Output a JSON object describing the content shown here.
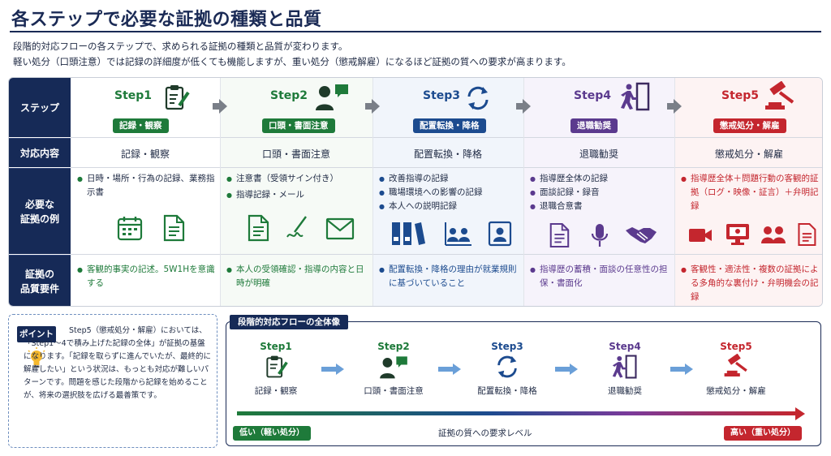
{
  "title": "各ステップで必要な証拠の種類と品質",
  "intro": {
    "line1": "段階的対応フローの各ステップで、求められる証拠の種類と品質が変わります。",
    "line2": "軽い処分（口頭注意）では記録の詳細度が低くても機能しますが、重い処分（懲戒解雇）になるほど証拠の質への要求が高まります。"
  },
  "row_headers": {
    "step": "ステップ",
    "content": "対応内容",
    "evidence_1": "必要な",
    "evidence_2": "証拠の例",
    "quality_1": "証拠の",
    "quality_2": "品質要件"
  },
  "colors": {
    "green": "#1e7a3a",
    "blue": "#1c4b8f",
    "purple": "#5b3a8e",
    "red": "#c4262e",
    "navy": "#162a57"
  },
  "steps": [
    {
      "label": "Step1",
      "badge": "記録・観察",
      "content": "記録・観察",
      "icon": "clipboard-icon",
      "evidence": [
        "日時・場所・行為の記録、業務指示書"
      ],
      "evidence_icons": [
        "calendar-icon",
        "document-icon"
      ],
      "quality": [
        "客観的事実の記述。5W1Hを意識する"
      ]
    },
    {
      "label": "Step2",
      "badge": "口頭・書面注意",
      "content": "口頭・書面注意",
      "icon": "person-speech-icon",
      "evidence": [
        "注意書（受領サイン付き）",
        "指導記録・メール"
      ],
      "evidence_icons": [
        "document-icon",
        "signature-icon",
        "mail-icon"
      ],
      "quality": [
        "本人の受領確認・指導の内容と日時が明確"
      ]
    },
    {
      "label": "Step3",
      "badge": "配置転換・降格",
      "content": "配置転換・降格",
      "icon": "cycle-icon",
      "evidence": [
        "改善指導の記録",
        "職場環境への影響の記録",
        "本人への説明記録"
      ],
      "evidence_icons": [
        "binders-icon",
        "team-chart-icon",
        "id-card-icon"
      ],
      "quality": [
        "配置転換・降格の理由が就業規則に基づいていること"
      ]
    },
    {
      "label": "Step4",
      "badge": "退職勧奨",
      "content": "退職勧奨",
      "icon": "exit-door-icon",
      "evidence": [
        "指導歴全体の記録",
        "面談記録・録音",
        "退職合意書"
      ],
      "evidence_icons": [
        "document-icon",
        "microphone-icon",
        "handshake-icon"
      ],
      "quality": [
        "指導歴の蓄積・面談の任意性の担保・書面化"
      ]
    },
    {
      "label": "Step5",
      "badge": "懲戒処分・解雇",
      "content": "懲戒処分・解雇",
      "icon": "gavel-icon",
      "evidence": [
        "指導歴全体＋問題行動の客観的証拠（ログ・映像・証言）＋弁明記録"
      ],
      "evidence_icons": [
        "video-camera-icon",
        "monitor-icon",
        "group-icon",
        "document-icon"
      ],
      "quality": [
        "客観性・適法性・複数の証拠による多角的な裏付け・弁明機会の記録"
      ]
    }
  ],
  "point": {
    "tag": "ポイント",
    "text": "Step5（懲戒処分・解雇）においては、「Step1〜4で積み上げた記録の全体」が証拠の基盤になります。「記録を取らずに進んでいたが、最終的に解雇したい」という状況は、もっとも対応が難しいパターンです。問題を感じた段階から記録を始めることが、将来の選択肢を広げる最善策です。"
  },
  "flow": {
    "tag": "段階的対応フローの全体像",
    "low": "低い（軽い処分）",
    "high": "高い（重い処分）",
    "level": "証拠の質への要求レベル"
  }
}
